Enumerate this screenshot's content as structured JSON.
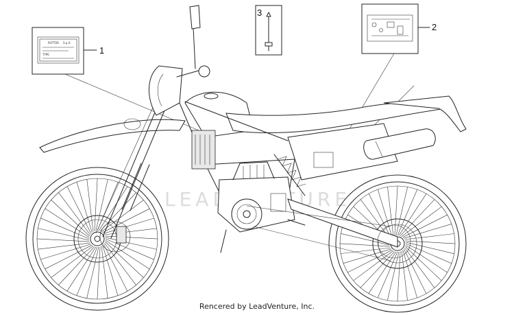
{
  "callouts": [
    {
      "id": "c1",
      "label": "1"
    },
    {
      "id": "c2",
      "label": "2"
    },
    {
      "id": "c3",
      "label": "3"
    }
  ],
  "footer": "Rencered by LeadVenture, Inc.",
  "watermark": "LEADVENTURE",
  "decal_1_lines": [
    "ROTTER",
    "S.p.A.",
    "TYPE"
  ]
}
